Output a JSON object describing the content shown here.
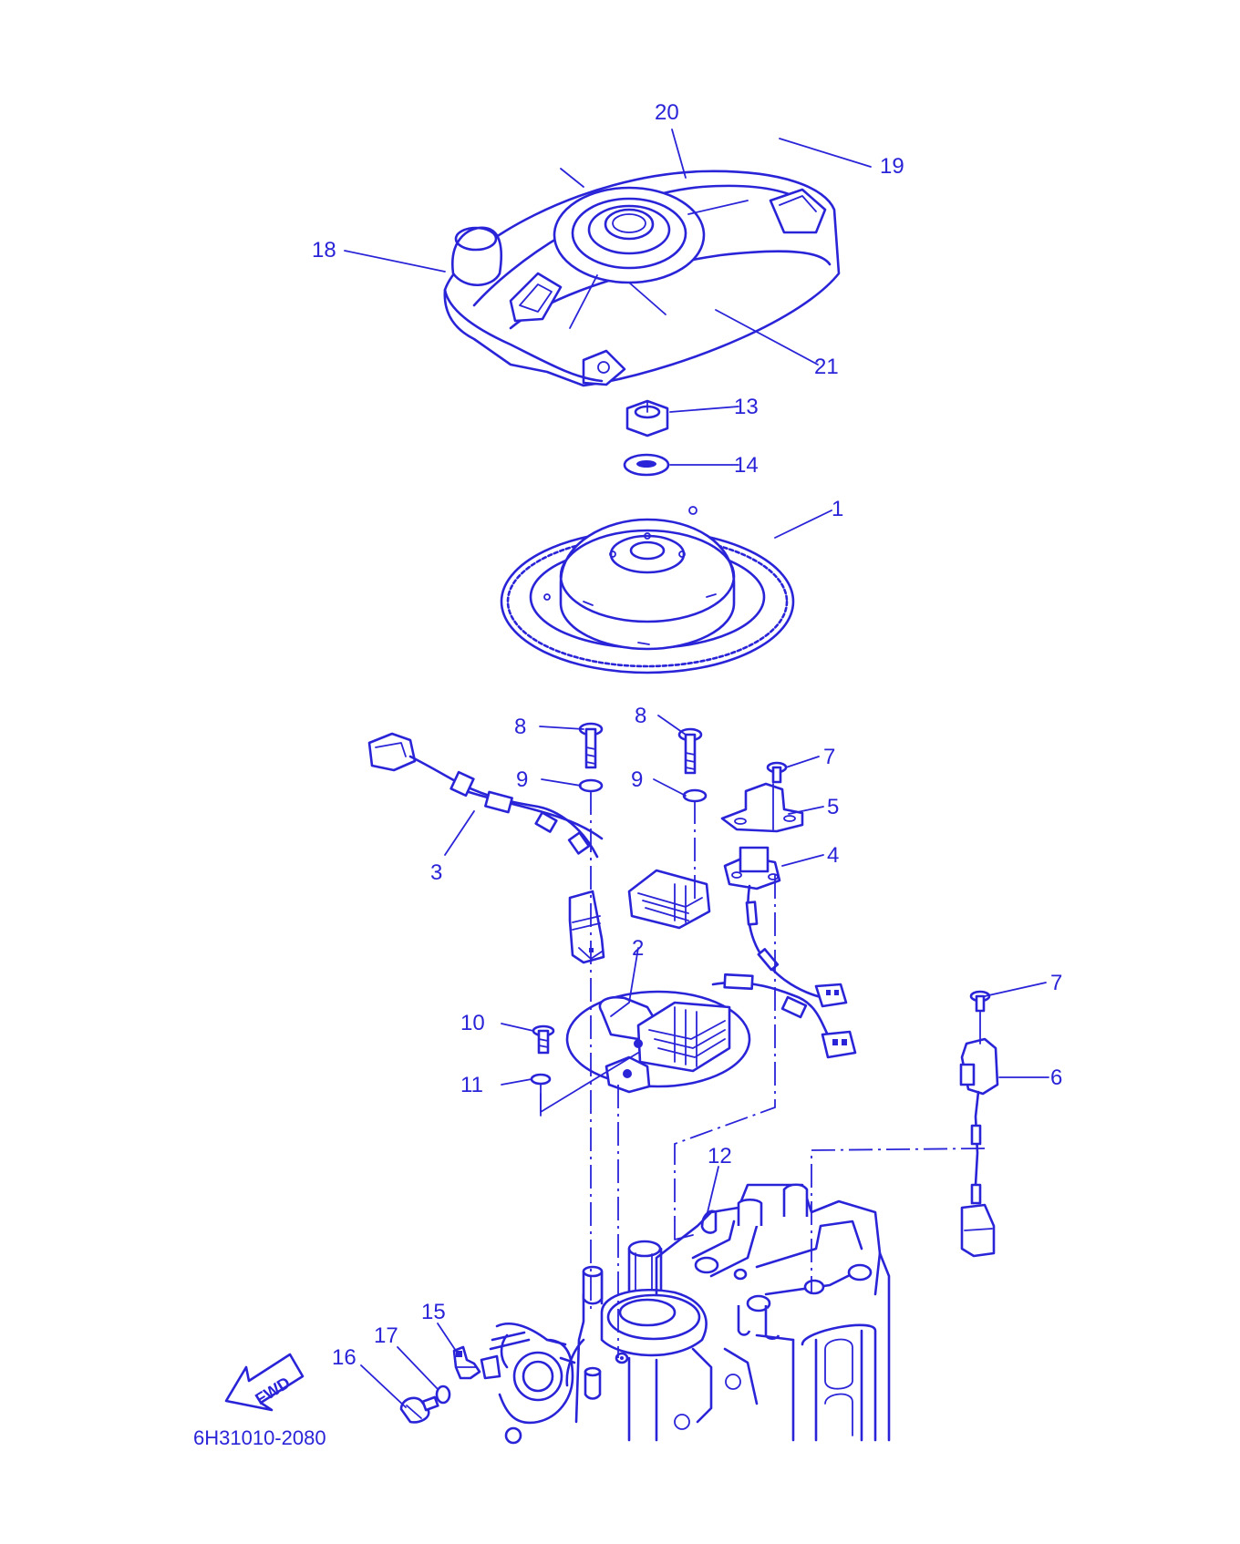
{
  "diagram": {
    "part_code": "6H31010-2080",
    "direction_label": "FWD",
    "callouts": [
      "20",
      "19",
      "18",
      "21",
      "13",
      "14",
      "1",
      "8",
      "8",
      "7",
      "9",
      "9",
      "5",
      "3",
      "4",
      "2",
      "7",
      "10",
      "6",
      "11",
      "12",
      "15",
      "17",
      "16"
    ],
    "line_color": "#2a24d8"
  }
}
